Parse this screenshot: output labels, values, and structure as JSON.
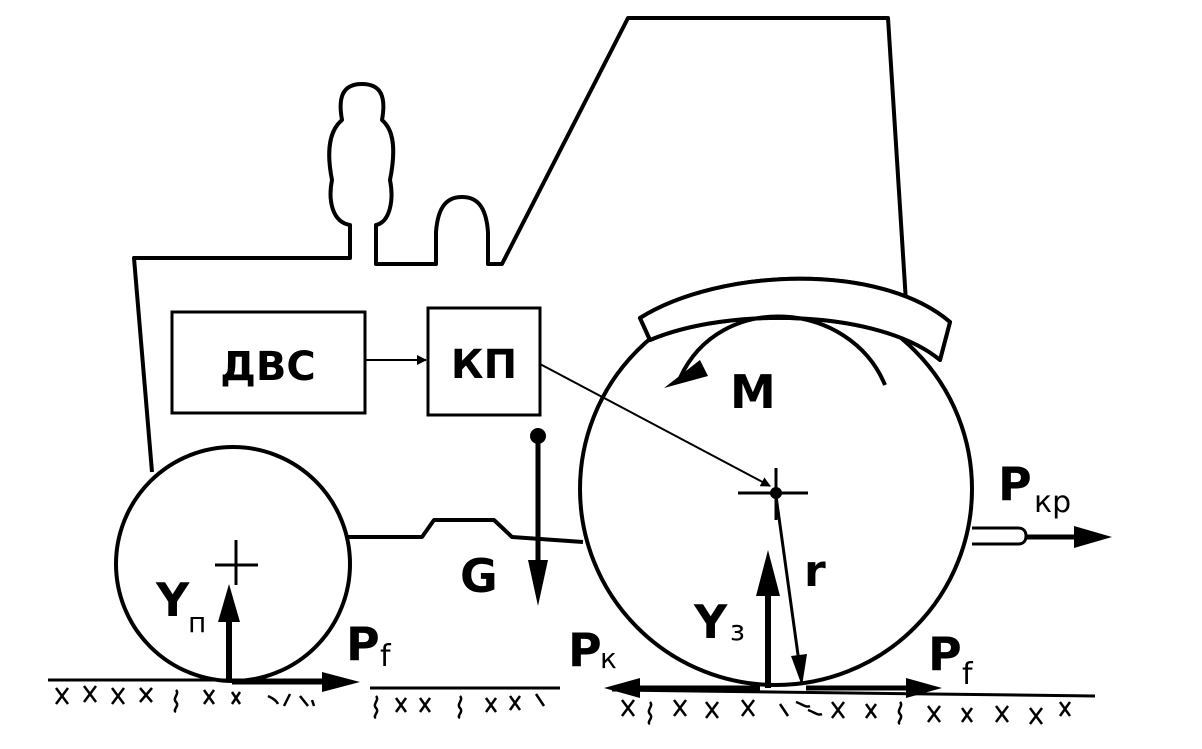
{
  "boxes": {
    "engine": "ДВС",
    "gearbox": "КП"
  },
  "labels": {
    "moment": "M",
    "gravity": "G",
    "radius": "r",
    "drawbar_force": "P",
    "drawbar_sub": "кр",
    "front_reaction": "Y",
    "front_sub": "п",
    "rear_reaction": "Y",
    "rear_sub": "з",
    "traction_force": "P",
    "traction_sub": "к",
    "rolling_front": "P",
    "rolling_front_sub": "f",
    "rolling_rear": "P",
    "rolling_rear_sub": "f"
  },
  "colors": {
    "ink": "#000000",
    "paper": "#ffffff"
  }
}
